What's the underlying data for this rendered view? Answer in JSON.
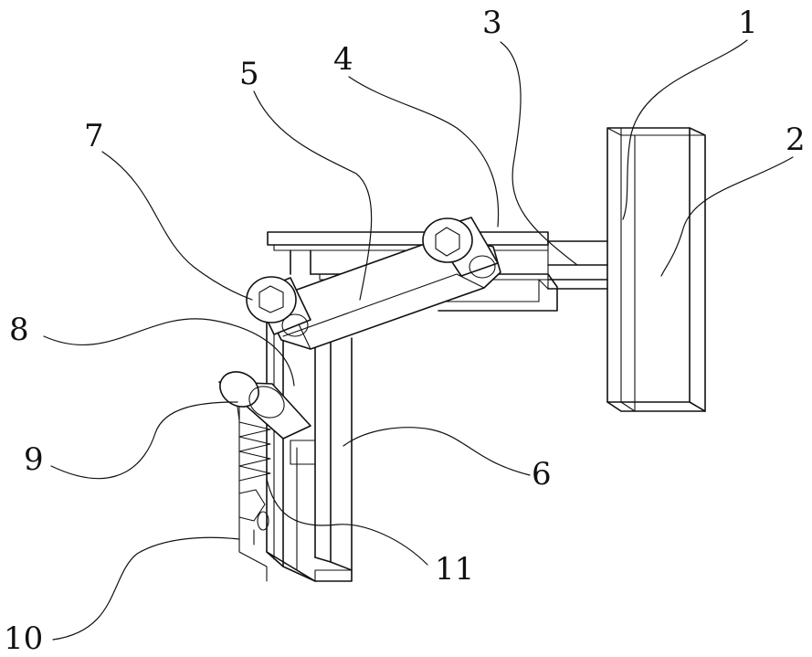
{
  "labels": {
    "l1": "1",
    "l2": "2",
    "l3": "3",
    "l4": "4",
    "l5": "5",
    "l6": "6",
    "l7": "7",
    "l8": "8",
    "l9": "9",
    "l10": "10",
    "l11": "11"
  },
  "colors": {
    "line": "#111111",
    "background": "#ffffff"
  }
}
